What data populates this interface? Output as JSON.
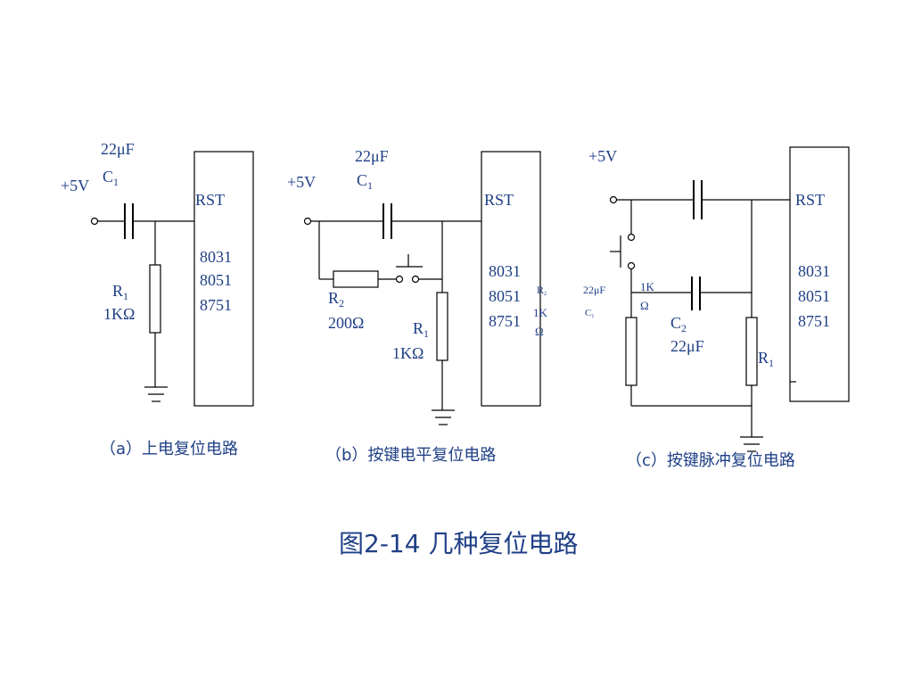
{
  "colors": {
    "text": "#1f3f86",
    "wire": "#000000",
    "background": "#ffffff"
  },
  "title": "图2-14  几种复位电路",
  "circuit_a": {
    "supply": "+5V",
    "cap_value": "22μF",
    "cap_name": "C",
    "cap_sub": "1",
    "res_name": "R",
    "res_sub": "1",
    "res_value": "1KΩ",
    "pin": "RST",
    "chips": [
      "8031",
      "8051",
      "8751"
    ],
    "caption": "（a）上电复位电路"
  },
  "circuit_b": {
    "supply": "+5V",
    "cap_value": "22μF",
    "cap_name": "C",
    "cap_sub": "1",
    "r2_name": "R",
    "r2_sub": "2",
    "r2_value": "200Ω",
    "r1_name": "R",
    "r1_sub": "1",
    "r1_value": "1KΩ",
    "pin": "RST",
    "chips": [
      "8031",
      "8051",
      "8751"
    ],
    "side_small": [
      "R",
      "1K",
      "Ω"
    ],
    "side_small_sub": "2",
    "caption": "（b）按键电平复位电路"
  },
  "circuit_c": {
    "supply": "+5V",
    "c1_value": "22μF",
    "c1_name": "C",
    "c1_sub": "1",
    "r_top": "1K",
    "r_bot": "Ω",
    "c2_name": "C",
    "c2_sub": "2",
    "c2_value": "22μF",
    "r1_name": "R",
    "r1_sub": "1",
    "pin": "RST",
    "chips": [
      "8031",
      "8051",
      "8751"
    ],
    "caption": "（c）按键脉冲复位电路"
  }
}
